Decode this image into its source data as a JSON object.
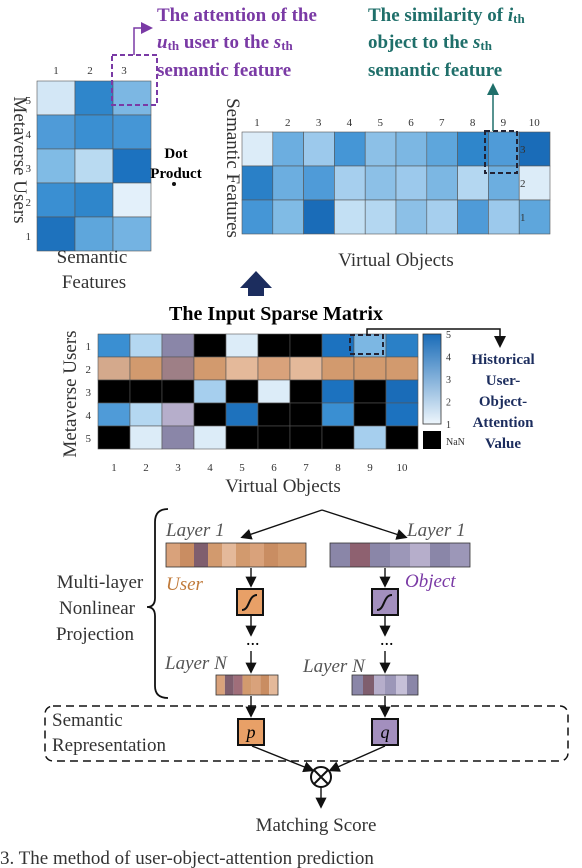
{
  "top": {
    "user_matrix": {
      "rows": 5,
      "cols": 3,
      "x_ticks": [
        "1",
        "2",
        "3"
      ],
      "y_ticks": [
        "5",
        "4",
        "3",
        "2",
        "1"
      ],
      "y_label": "Metaverse Users",
      "x_label_line1": "Semantic",
      "x_label_line2": "Features",
      "cells": [
        [
          "#d3e7f6",
          "#2f86cb",
          "#7cb7e3"
        ],
        [
          "#4f9bd8",
          "#3a8fd2",
          "#4596d6"
        ],
        [
          "#80bbe5",
          "#b9daf1",
          "#1c72bf"
        ],
        [
          "#3a8fd2",
          "#2f86cb",
          "#e3f0fa"
        ],
        [
          "#1e72bd",
          "#5ea6dc",
          "#74b3e2"
        ]
      ]
    },
    "object_matrix": {
      "rows": 3,
      "cols": 10,
      "x_ticks": [
        "1",
        "2",
        "3",
        "4",
        "5",
        "6",
        "7",
        "8",
        "9",
        "10"
      ],
      "y_ticks": [
        "3",
        "2",
        "1"
      ],
      "y_label": "Semantic Features",
      "x_label": "Virtual Objects",
      "cells": [
        [
          "#dcecf8",
          "#6caee0",
          "#9cc9ec",
          "#4596d6",
          "#8cc0e7",
          "#7cb7e3",
          "#5ea6dc",
          "#2f86cb",
          "#4f9bd8",
          "#1a6cb8"
        ],
        [
          "#2a80c7",
          "#6caee0",
          "#4f9bd8",
          "#a6cfee",
          "#8cc0e7",
          "#9cc9ec",
          "#7cb7e3",
          "#b4d7f1",
          "#6caee0",
          "#dcecf8"
        ],
        [
          "#4596d6",
          "#80bbe5",
          "#1a6cb8",
          "#c3e0f4",
          "#b4d7f1",
          "#8cc0e7",
          "#a6cfee",
          "#4f9bd8",
          "#9cc9ec",
          "#5ea6dc"
        ]
      ]
    },
    "dot_product_line1": "Dot",
    "dot_product_line2": "Product",
    "annotation_user": {
      "line1_a": "The attention of the",
      "line2_a": "u",
      "line2_b": "th",
      "line2_c": " user to the ",
      "line2_d": "s",
      "line2_e": "th",
      "line3": "semantic feature",
      "color": "#7a3aa5"
    },
    "annotation_object": {
      "line1_a": "The similarity of ",
      "line1_b": "i",
      "line1_c": "th",
      "line2_a": "object to the ",
      "line2_b": "s",
      "line2_c": "th",
      "line3": "semantic feature",
      "color": "#1f6f6a"
    }
  },
  "sparse": {
    "title": "The Input Sparse Matrix",
    "y_label": "Metaverse Users",
    "x_label": "Virtual Objects",
    "x_ticks": [
      "1",
      "2",
      "3",
      "4",
      "5",
      "6",
      "7",
      "8",
      "9",
      "10"
    ],
    "y_ticks": [
      "1",
      "2",
      "3",
      "4",
      "5"
    ],
    "cells": [
      [
        "#3a8fd2",
        "#b4d7f1",
        "#8a86a8",
        "#000000",
        "#dcecf8",
        "#000000",
        "#000000",
        "#1c72bf",
        "#7cb7e3",
        "#2a80c7"
      ],
      [
        "#d4a98c",
        "#d29a6e",
        "#9e7f86",
        "#d29a6e",
        "#e4b99a",
        "#d9a27b",
        "#e4b99a",
        "#d29a6e",
        "#d29a6e",
        "#d29a6e"
      ],
      [
        "#000000",
        "#000000",
        "#000000",
        "#a6cfee",
        "#000000",
        "#dcecf8",
        "#000000",
        "#1c72bf",
        "#000000",
        "#1a6cb8"
      ],
      [
        "#4f9bd8",
        "#b4d7f1",
        "#b6aecb",
        "#000000",
        "#1e72bd",
        "#000000",
        "#000000",
        "#3a8fd2",
        "#000000",
        "#1c72bf"
      ],
      [
        "#000000",
        "#dcecf8",
        "#8a86a8",
        "#dcecf8",
        "#000000",
        "#000000",
        "#000000",
        "#000000",
        "#a6cfee",
        "#000000"
      ]
    ],
    "colorbar_ticks": [
      "5",
      "4",
      "3",
      "2",
      "1"
    ],
    "nan_label": "NaN",
    "legend_line1": "Historical",
    "legend_line2": "User-",
    "legend_line3": "Object-",
    "legend_line4": "Attention",
    "legend_line5": "Value"
  },
  "network": {
    "multilayer_line1": "Multi-layer",
    "multilayer_line2": "Nonlinear",
    "multilayer_line3": "Projection",
    "layer1_left": "Layer 1",
    "layer1_right": "Layer 1",
    "user_label": "User",
    "object_label": "Object",
    "ellipsis_left": "...",
    "ellipsis_right": "...",
    "layerN_left": "Layer N",
    "layerN_right": "Layer N",
    "semantic_line1": "Semantic",
    "semantic_line2": "Representation",
    "p_label": "p",
    "q_label": "q",
    "matching_score": "Matching Score",
    "user_color": "#c07a3a",
    "object_color": "#7a3aa5",
    "user_bar_colors": [
      "#d9a27b",
      "#c98d62",
      "#7f5e6e",
      "#d29a6e",
      "#e4b99a",
      "#d29a6e",
      "#d9a27b",
      "#c98d62",
      "#d29a6e",
      "#d29a6e"
    ],
    "object_bar_colors": [
      "#8a86a8",
      "#8e6170",
      "#8a86a8",
      "#9c97b8",
      "#b6aecb",
      "#8a86a8",
      "#9c97b8"
    ],
    "userN_bar_colors": [
      "#d9a27b",
      "#7f5e6e",
      "#a06e7a",
      "#d29a6e",
      "#d9a27b",
      "#c98d62",
      "#e4b99a"
    ],
    "objectN_bar_colors": [
      "#8a86a8",
      "#7f5e6e",
      "#b6aecb",
      "#9c97b8",
      "#c6c0d8",
      "#8a86a8"
    ]
  },
  "caption": "3.  The method of user-object-attention prediction"
}
